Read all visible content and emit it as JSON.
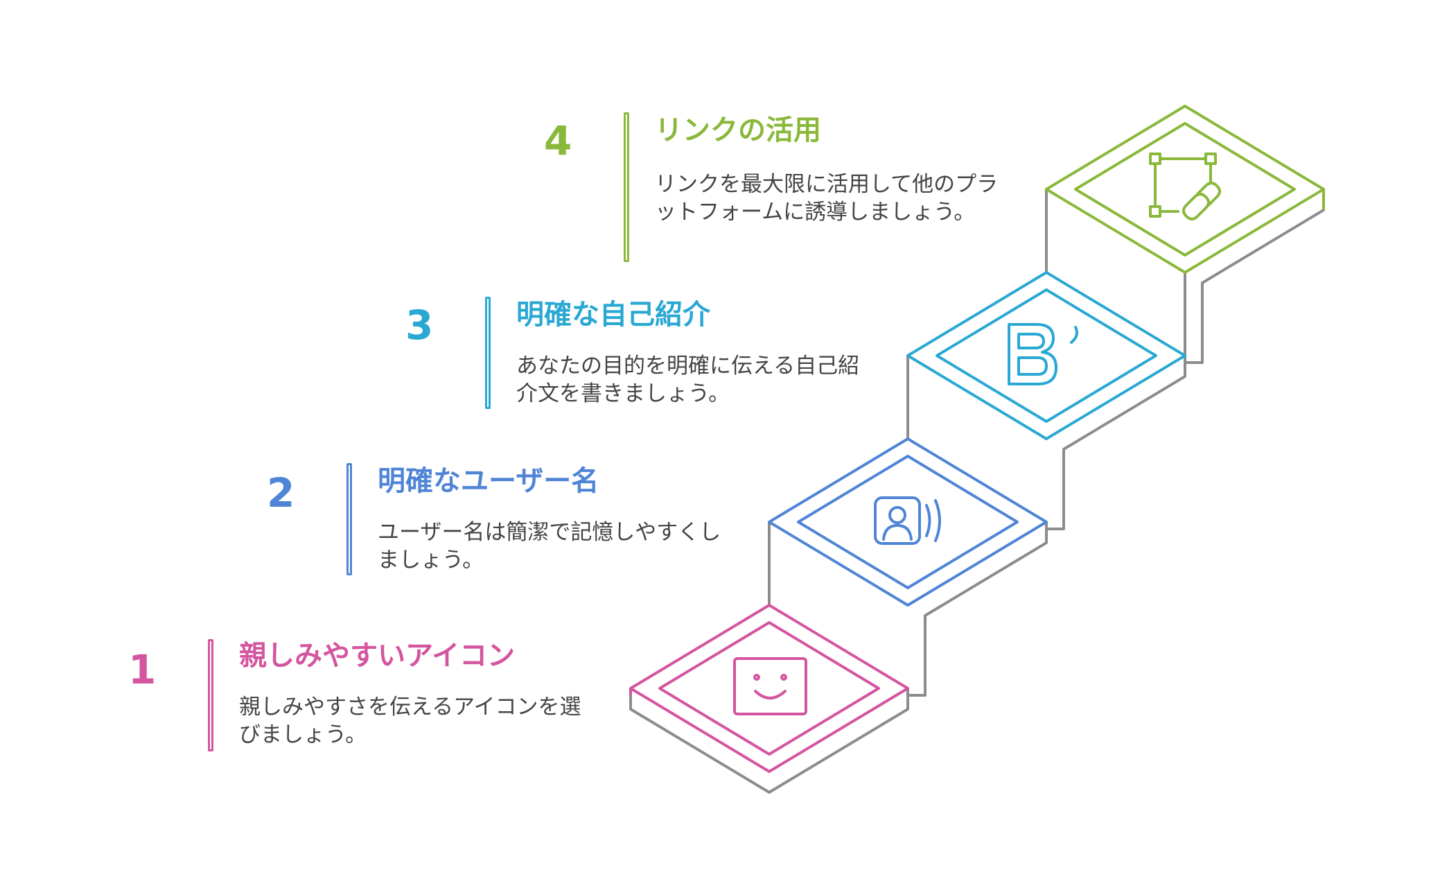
{
  "colors": {
    "step1": "#d4559f",
    "step2": "#4f84d6",
    "step3": "#29a8d3",
    "step4": "#8ab83a",
    "riser": "#8c8c8c",
    "text": "#444444"
  },
  "steps": [
    {
      "number": "1",
      "title": "親しみやすいアイコン",
      "description": "親しみやすさを伝えるアイコンを選びましょう。",
      "icon": "smiley-face-icon"
    },
    {
      "number": "2",
      "title": "明確なユーザー名",
      "description": "ユーザー名は簡潔で記憶しやすくしましょう。",
      "icon": "voice-user-icon"
    },
    {
      "number": "3",
      "title": "明確な自己紹介",
      "description": "あなたの目的を明確に伝える自己紹介文を書きましょう。",
      "icon": "bootstrap-b-icon"
    },
    {
      "number": "4",
      "title": "リンクの活用",
      "description": "リンクを最大限に活用して他のプラットフォームに誘導しましょう。",
      "icon": "link-vector-icon"
    }
  ]
}
